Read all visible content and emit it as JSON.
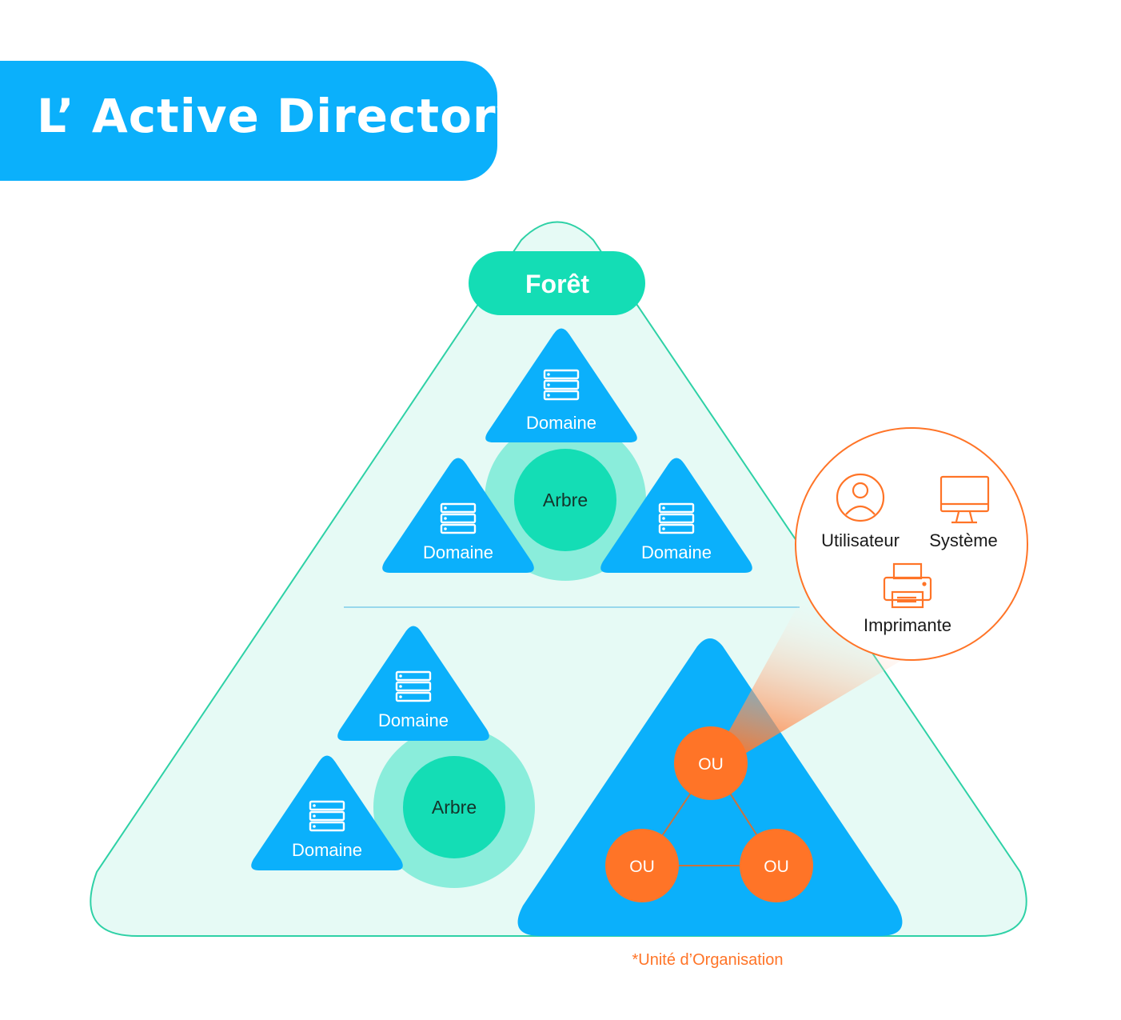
{
  "title": "L’ Active Directory",
  "forest": {
    "label": "Forêt"
  },
  "tree_top": {
    "label": "Arbre",
    "domains": [
      "Domaine",
      "Domaine",
      "Domaine"
    ]
  },
  "tree_bottom": {
    "label": "Arbre",
    "domains": [
      "Domaine",
      "Domaine"
    ]
  },
  "ou": {
    "labels": [
      "OU",
      "OU",
      "OU"
    ]
  },
  "ou_contents": {
    "user": "Utilisateur",
    "system": "Système",
    "printer": "Imprimante"
  },
  "footnote": "*Unité d’Organisation",
  "colors": {
    "blue": "#0BB0FB",
    "teal": "#14DDB5",
    "teal_light": "#8AEDDB",
    "forest_fill": "#E6FAF5",
    "forest_stroke": "#2ED1A6",
    "orange": "#FF7427"
  },
  "icons": [
    "server-icon",
    "user-icon",
    "monitor-icon",
    "printer-icon"
  ]
}
